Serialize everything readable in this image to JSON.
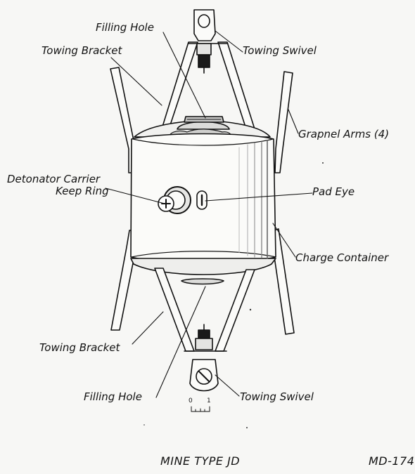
{
  "labels": {
    "filling_hole_top": "Filling Hole",
    "towing_bracket_top": "Towing Bracket",
    "towing_swivel_top": "Towing Swivel",
    "grapnel_arms": "Grapnel Arms (4)",
    "detonator_carrier_line1": "Detonator Carrier",
    "detonator_carrier_line2": "Keep Ring",
    "pad_eye": "Pad Eye",
    "charge_container": "Charge Container",
    "towing_bracket_bottom": "Towing Bracket",
    "filling_hole_bottom": "Filling Hole",
    "towing_swivel_bottom": "Towing Swivel"
  },
  "scale_bar": {
    "tick_start": "0",
    "tick_end": "1"
  },
  "caption": {
    "title": "MINE TYPE JD",
    "figure_id": "MD-174"
  }
}
